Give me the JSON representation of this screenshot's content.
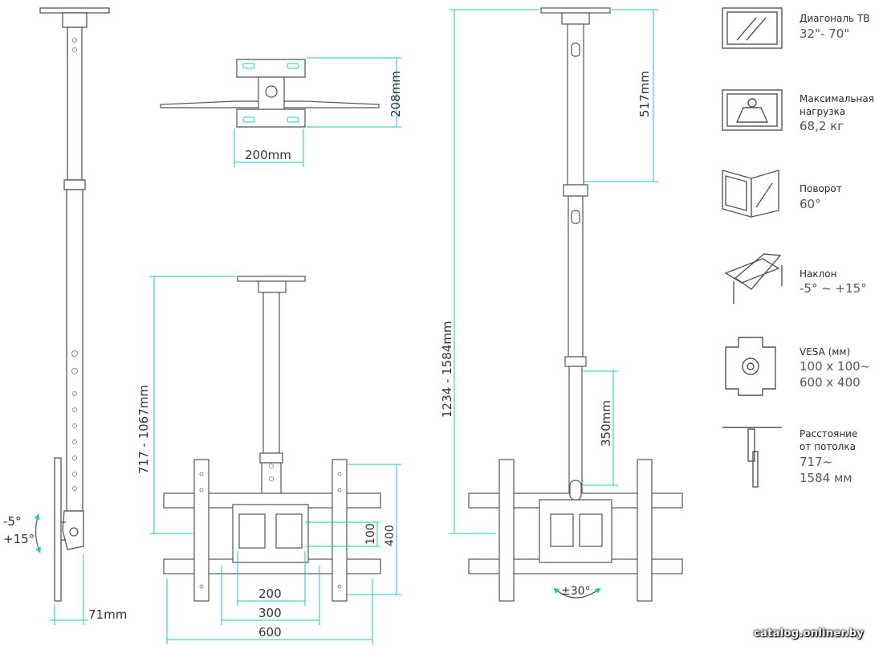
{
  "colors": {
    "dimension": "#18c9c0",
    "outline": "#555555",
    "label": "#18b8b0"
  },
  "dimensions": {
    "side_depth": "71mm",
    "tilt_minus": "-5°",
    "tilt_plus": "+15°",
    "plate_width": "200mm",
    "plate_height": "208mm",
    "front_height": "717 - 1067mm",
    "vesa_h_small": "200",
    "vesa_h_mid": "300",
    "vesa_h_large": "600",
    "vesa_v_small": "100",
    "vesa_v_large": "400",
    "full_height": "1234 - 1584mm",
    "upper_section": "517mm",
    "lower_section": "350mm",
    "swivel": "±30°"
  },
  "specs": [
    {
      "icon": "tv-diagonal-icon",
      "label": "Диагональ ТВ",
      "value1": "32\"- 70\"",
      "value2": ""
    },
    {
      "icon": "max-load-icon",
      "label": "Максимальная",
      "label2": "нагрузка",
      "value1": "68,2 кг",
      "value2": ""
    },
    {
      "icon": "rotation-icon",
      "label": "Поворот",
      "value1": "60°",
      "value2": ""
    },
    {
      "icon": "tilt-icon",
      "label": "Наклон",
      "value1": "-5° ~ +15°",
      "value2": ""
    },
    {
      "icon": "vesa-icon",
      "label": "VESA (мм)",
      "value1": "100 x 100~",
      "value2": "600 x 400"
    },
    {
      "icon": "ceiling-distance-icon",
      "label": "Расстояние",
      "label2": "от потолка",
      "value1": "717~",
      "value2": "1584 мм"
    }
  ],
  "watermark": "catalog.onliner.by"
}
